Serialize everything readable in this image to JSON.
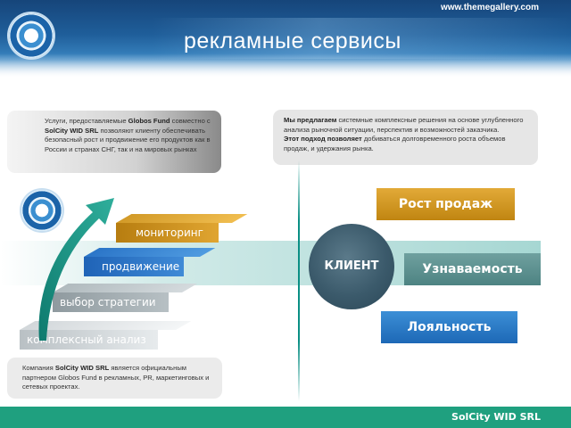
{
  "header": {
    "url": "www.themegallery.com",
    "title": "рекламные сервисы"
  },
  "callouts": {
    "left": {
      "p1": "Услуги, предоставляемые ",
      "b1": "Globos Fund",
      "p2": " совместно с ",
      "b2": "SolCity WID SRL",
      "p3": " позволяют клиенту обеспечивать безопасный рост и продвижение его продуктов как в России и странах СНГ, так и на мировых рынках"
    },
    "right": {
      "b1": "Мы предлагаем",
      "p1": " системные комплексные решения на основе углубленного анализа рыночной ситуации, перспектив и возможностей заказчика.",
      "b2": "Этот подход позволяет",
      "p2": " добиваться долговременного роста объемов продаж, и удержания рынка."
    },
    "bottom": {
      "p1": "Компания ",
      "b1": "SolCity WID SRL",
      "p2": " является официальным партнером Globos Fund  в рекламных, PR, маркетинговых и сетевых проектах."
    }
  },
  "steps": [
    "комплексный анализ",
    "выбор стратегии",
    "продвижение",
    "мониторинг"
  ],
  "client": "КЛИЕНТ",
  "outcomes": [
    "Рост продаж",
    "Узнаваемость",
    "Лояльность"
  ],
  "footer": "SolCity WID SRL",
  "colors": {
    "header_blue": "#1f5e9a",
    "accent_orange": "#d99a22",
    "accent_teal": "#5b9391",
    "accent_blue": "#2a79c6",
    "footer_green": "#1fa07f"
  },
  "icons": [
    "logo-emblem",
    "curved-arrow-icon"
  ]
}
